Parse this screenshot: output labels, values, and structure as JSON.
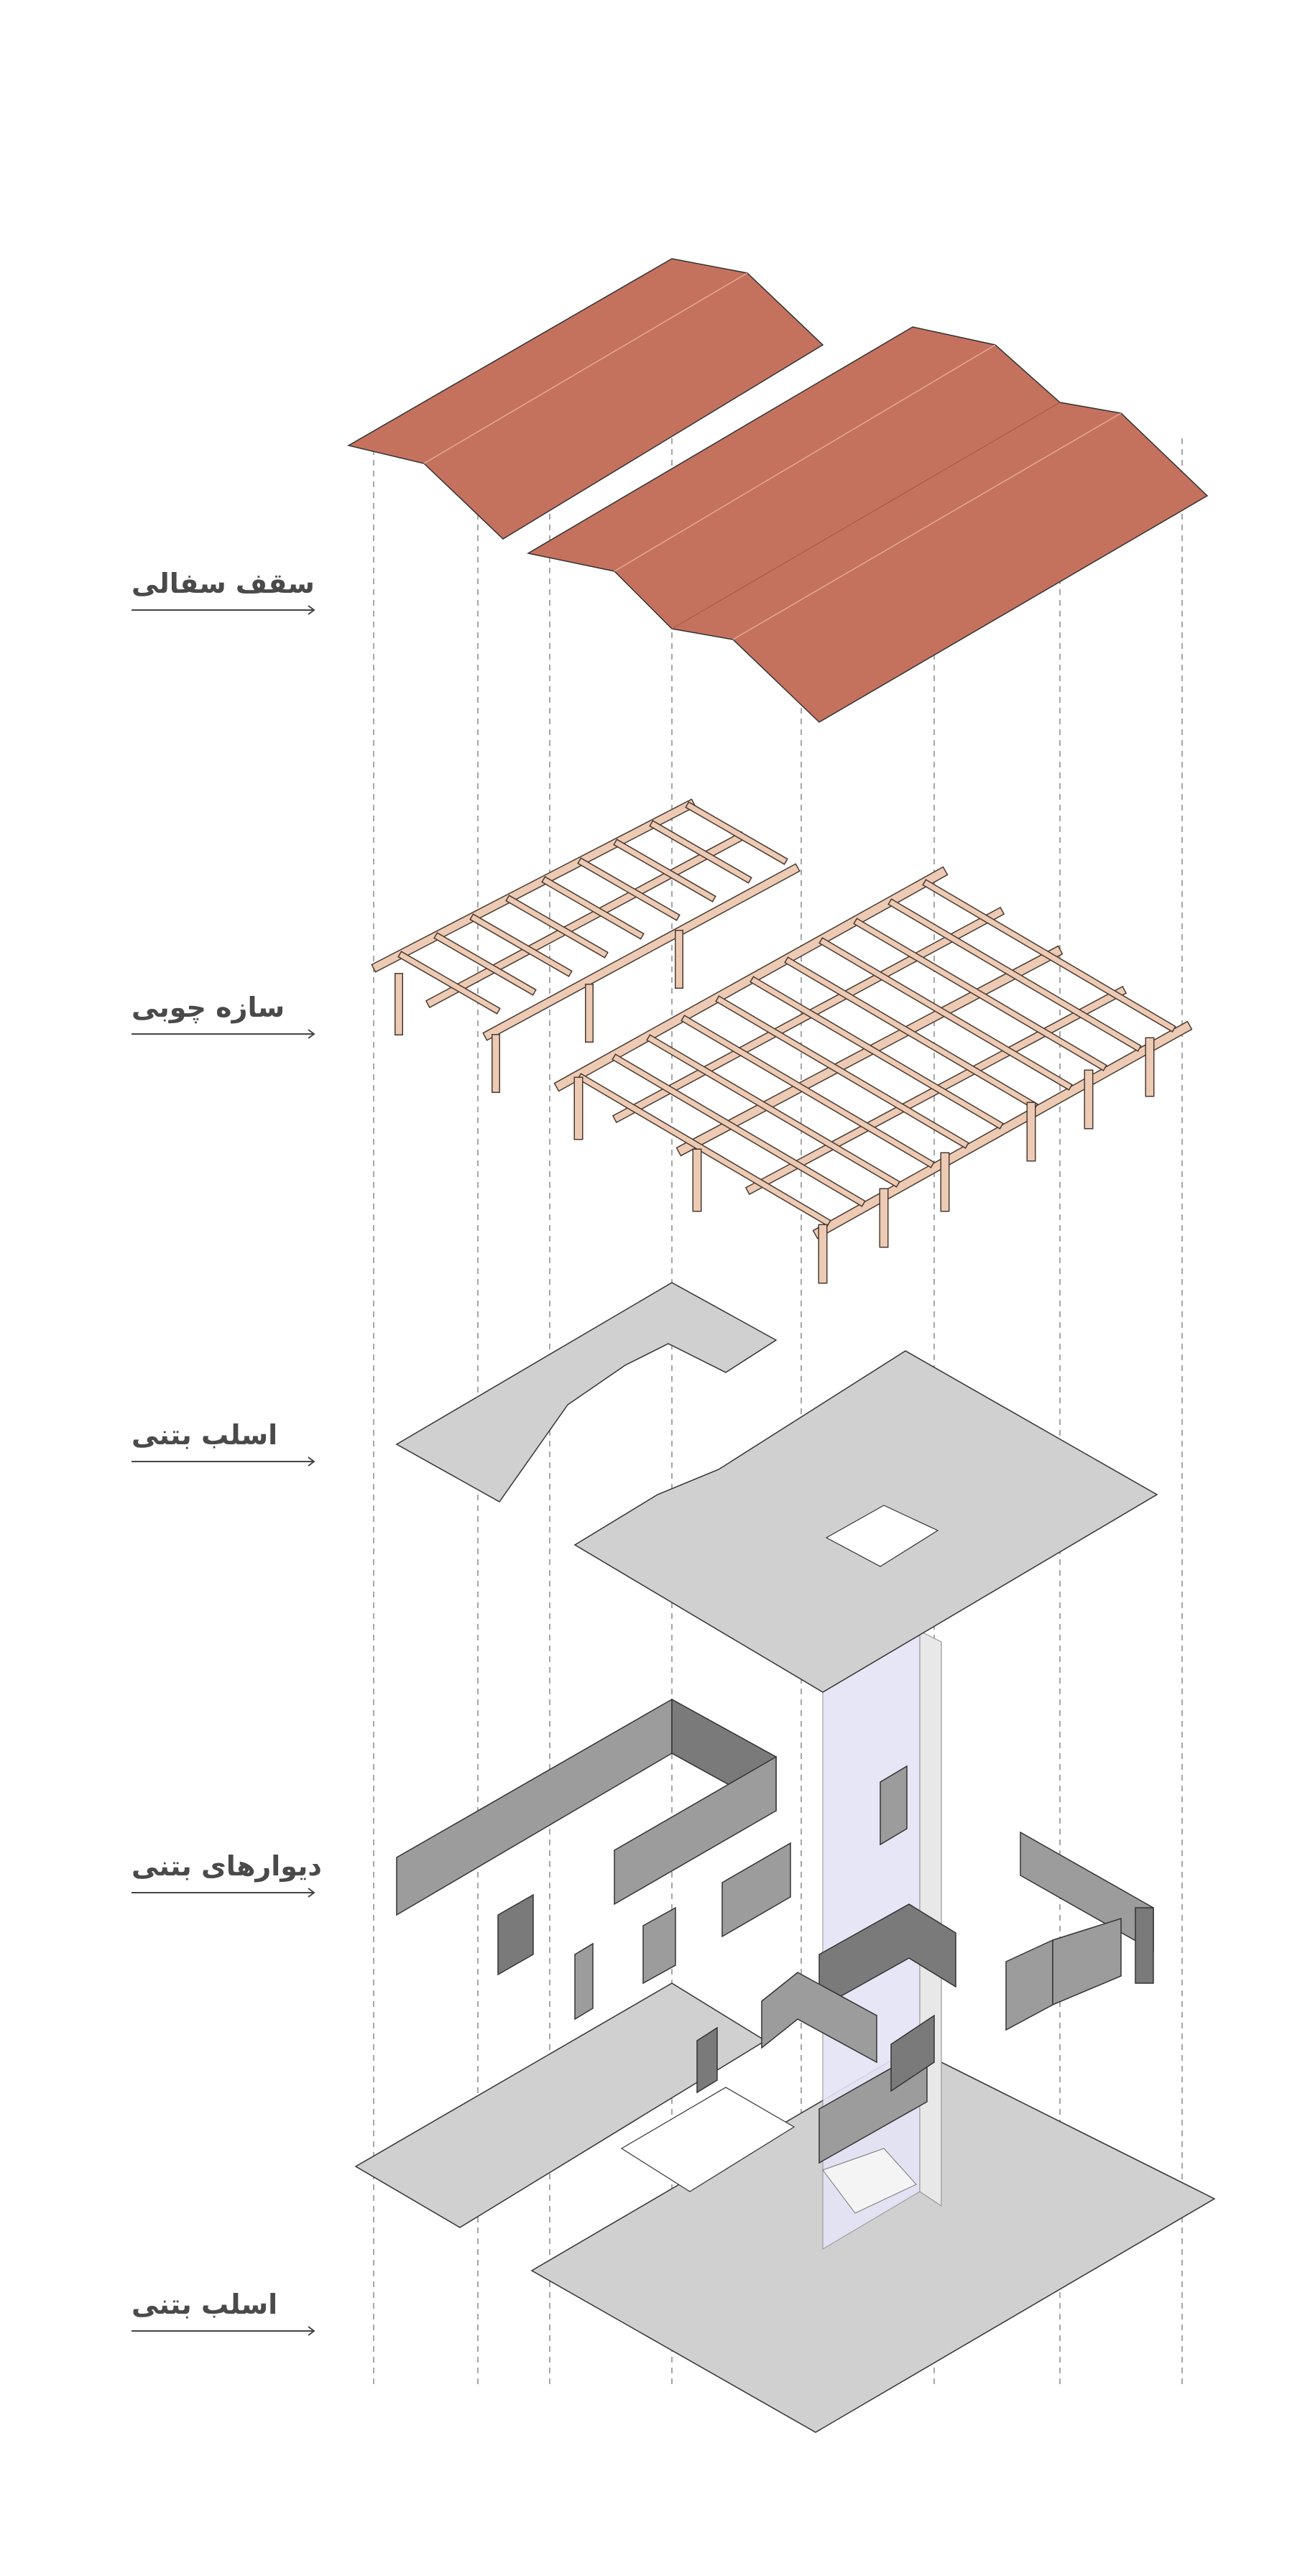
{
  "diagram": {
    "layers": [
      {
        "id": "roof-tiles",
        "label": "سقف سفالی"
      },
      {
        "id": "wood-structure",
        "label": "سازه چوبی"
      },
      {
        "id": "upper-slab",
        "label": "اسلب بتنی"
      },
      {
        "id": "concrete-walls",
        "label": "دیوارهای بتنی"
      },
      {
        "id": "ground-slab",
        "label": "اسلب بتنی"
      }
    ],
    "colors": {
      "roof": "#c4725e",
      "roof_ridge": "#e6a894",
      "timber": "#eccab4",
      "timber_edge": "#4a3a30",
      "slab": "#d0d0d0",
      "wall": "#9c9c9c",
      "wall_dark": "#7a7a7a",
      "core": "#e4e4f6",
      "guide_line": "#8a8a8a",
      "label_text": "#4a4a4a",
      "stroke": "#333333"
    }
  }
}
